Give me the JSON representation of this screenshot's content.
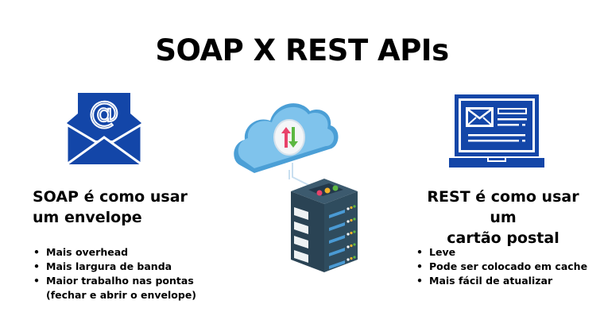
{
  "title": "SOAP X REST APIs",
  "colors": {
    "icon_blue": "#1346a8",
    "cloud_light": "#7fc3ec",
    "cloud_dark": "#4b9fd6",
    "server_body": "#2f4c5e",
    "arrow_red": "#e8436a",
    "arrow_green": "#5cb842"
  },
  "soap": {
    "icon": "envelope-at-icon",
    "heading_line1": "SOAP é como usar",
    "heading_line2": "um envelope",
    "bullets": [
      "Mais overhead",
      "Mais largura de banda",
      "Maior trabalho nas pontas",
      "(fechar e abrir o envelope)"
    ]
  },
  "center": {
    "cloud_icon": "cloud-sync-icon",
    "server_icon": "server-rack-icon"
  },
  "rest": {
    "icon": "laptop-mail-icon",
    "heading_line1": "REST é como usar um",
    "heading_line2": "cartão postal",
    "bullets": [
      "Leve",
      "Pode ser colocado em cache",
      "Mais fácil de atualizar"
    ]
  }
}
